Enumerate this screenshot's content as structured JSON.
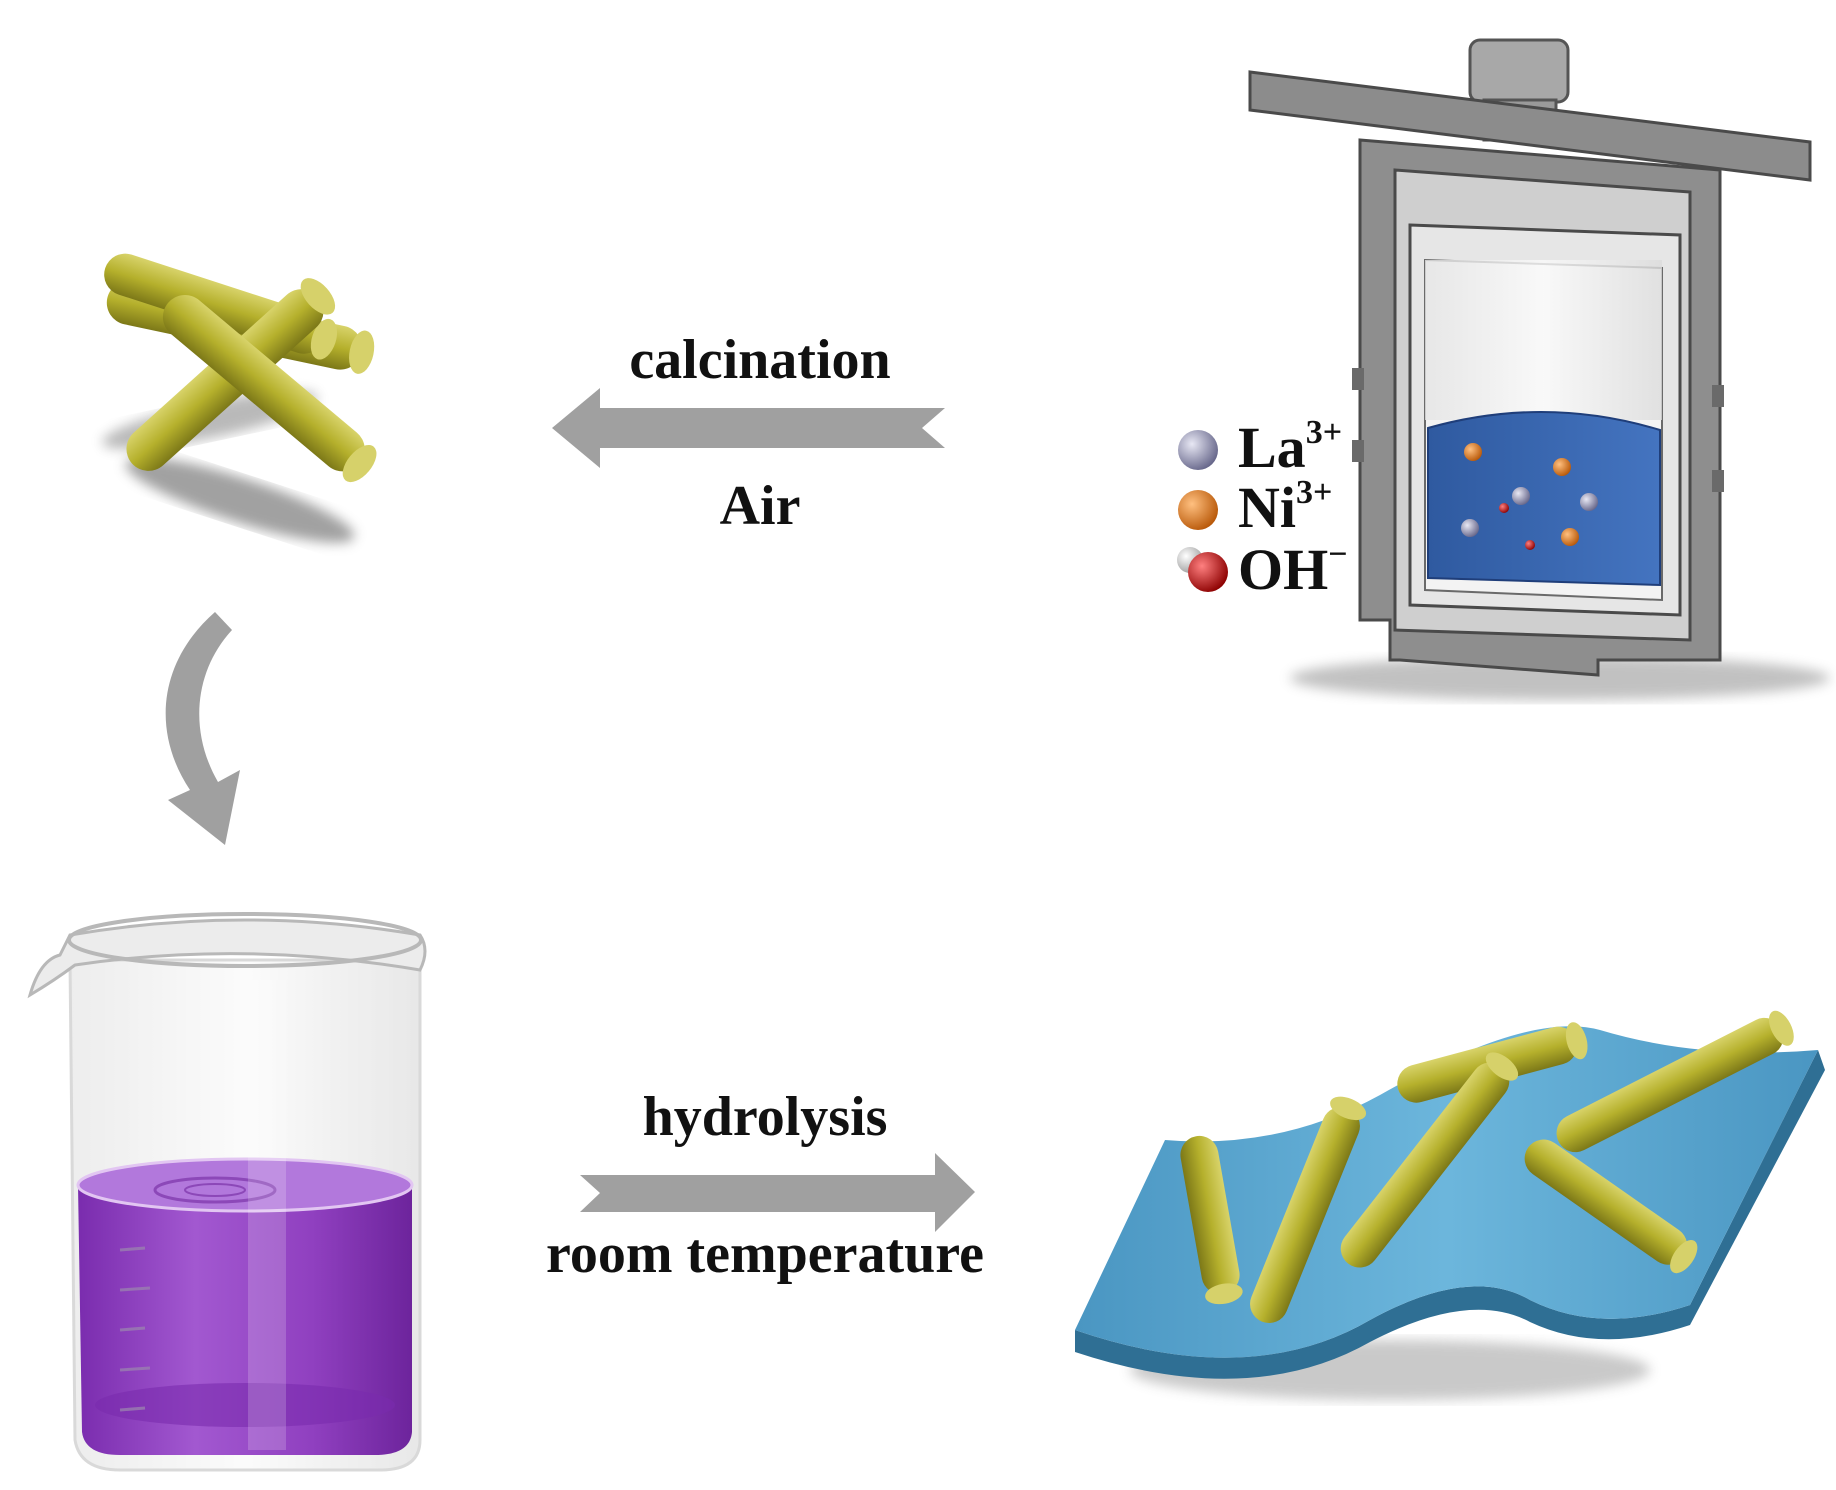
{
  "steps": {
    "calcination": {
      "process": "calcination",
      "atmosphere": "Air"
    },
    "hydrolysis": {
      "process": "hydrolysis",
      "condition": "room temperature"
    }
  },
  "legend": [
    {
      "species": "La",
      "charge": "3+",
      "color": "#8a8aa6"
    },
    {
      "species": "Ni",
      "charge": "3+",
      "color": "#e07818"
    },
    {
      "species": "OH",
      "charge": "−",
      "color": "#cc1010"
    }
  ],
  "colors": {
    "rod": "#b5b02c",
    "substrate": "#4f9cc4",
    "solution": "#9040c0",
    "autoclave_liquid": "#3a66b0",
    "arrow": "#a0a0a0",
    "autoclave_body": "#8c8c8c"
  }
}
